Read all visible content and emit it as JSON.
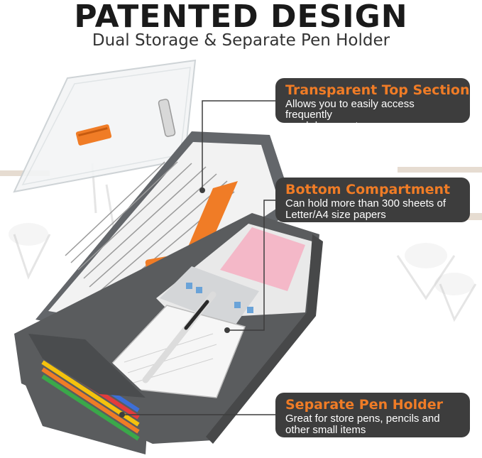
{
  "header": {
    "title": "PATENTED DESIGN",
    "subtitle": "Dual Storage & Separate Pen Holder"
  },
  "callouts": [
    {
      "title": "Transparent Top Section",
      "description_line1": "Allows you to easily access frequently",
      "description_line2": "used documents"
    },
    {
      "title": "Bottom Compartment",
      "description_line1": "Can hold more than 300 sheets of",
      "description_line2": "Letter/A4 size papers"
    },
    {
      "title": "Separate Pen Holder",
      "description_line1": "Great for store pens, pencils and",
      "description_line2": "other small items"
    }
  ],
  "colors": {
    "accent_orange": "#f07c26",
    "callout_bg": "#3d3d3d",
    "case_gray": "#5a5c5e",
    "headline": "#1a1a1a"
  },
  "icons": [
    "clipboard-clip-icon",
    "pen-icon",
    "pencil-icon",
    "sticky-note-icon",
    "tablet-icon"
  ]
}
